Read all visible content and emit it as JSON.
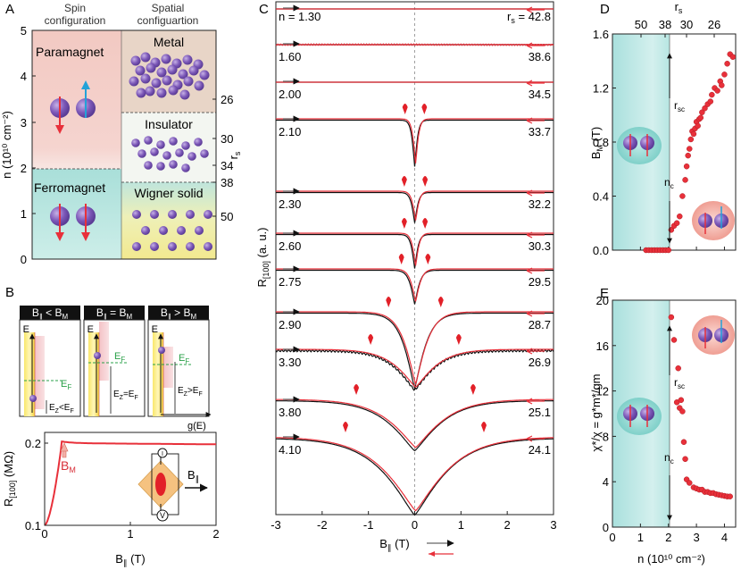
{
  "panel_letters": {
    "a": "A",
    "b": "B",
    "c": "C",
    "d": "D",
    "e": "E"
  },
  "panelA": {
    "col_spin_1": "Spin",
    "col_spin_2": "configuration",
    "col_spatial_1": "Spatial",
    "col_spatial_2": "configuartion",
    "ylabel": "n (10¹⁰ cm⁻²)",
    "yticks": [
      "5",
      "4",
      "3",
      "2",
      "1",
      "0"
    ],
    "rs_label": "r",
    "rs_sub": "s",
    "rs_ticks": [
      "26",
      "30",
      "34",
      "38",
      "50"
    ],
    "paramagnet": "Paramagnet",
    "ferromagnet": "Ferromagnet",
    "metal": "Metal",
    "insulator": "Insulator",
    "wigner": "Wigner solid",
    "colors": {
      "para_bg": "#f3cfc8",
      "ferro_bg": "#b6e4df",
      "metal_bg": "#e9d6c9",
      "insul_bg": "#f4f6f2",
      "wigner_top": "#c4e7df",
      "wigner_bot": "#f3ea9c",
      "electron": "#8b67c2"
    }
  },
  "panelB": {
    "boxes": [
      {
        "title": "B",
        "sub": "∥",
        "rel": " < B",
        "sub2": "M",
        "e_lbl": "E",
        "ef": "E",
        "ef_sub": "F",
        "ez": "E",
        "ez_sub": "Z",
        "ez_rel": "<E",
        "ez_rel_sub": "F"
      },
      {
        "title": "B",
        "sub": "∥",
        "rel": " = B",
        "sub2": "M",
        "e_lbl": "E",
        "ef": "E",
        "ef_sub": "F",
        "ez": "E",
        "ez_sub": "Z",
        "ez_rel": "=E",
        "ez_rel_sub": "F"
      },
      {
        "title": "B",
        "sub": "∥",
        "rel": " > B",
        "sub2": "M",
        "e_lbl": "E",
        "ef": "E",
        "ef_sub": "F",
        "ez": "E",
        "ez_sub": "Z",
        "ez_rel": ">E",
        "ez_rel_sub": "F"
      }
    ],
    "ge_label": "g(E)",
    "bm_label": "B",
    "bm_sub": "M",
    "ylabel": "R",
    "ylabel_sub": "[100]",
    "ylabel_unit": " (MΩ)",
    "yticks": [
      "0.2",
      "0.1"
    ],
    "xticks": [
      "0",
      "1",
      "2"
    ],
    "xlabel": "B",
    "xlabel_sub": "∥",
    "xlabel_unit": " (T)",
    "inset_i": "I",
    "inset_v": "V",
    "inset_b": "B",
    "inset_b_sub": "∥",
    "colors": {
      "curve": "#e8303a"
    }
  },
  "panelC": {
    "ylabel": "R",
    "ylabel_sub": "[100]",
    "ylabel_unit": " (a. u.)",
    "xlabel": "B",
    "xlabel_sub": "∥",
    "xlabel_unit": " (T)",
    "xticks": [
      "-3",
      "-2",
      "-1",
      "0",
      "1",
      "2",
      "3"
    ],
    "n_prefix": "n = ",
    "rs_prefix": "r",
    "rs_prefix_sub": "s",
    "rs_eq": " = ",
    "traces": [
      {
        "n": "1.30",
        "rs": "42.8",
        "yb": 10,
        "w": 0.0,
        "d": 0
      },
      {
        "n": "1.60",
        "rs": "38.6",
        "yb": 50,
        "w": 0.0,
        "d": 0
      },
      {
        "n": "2.00",
        "rs": "34.5",
        "yb": 92,
        "w": 0.0,
        "d": 0
      },
      {
        "n": "2.10",
        "rs": "33.7",
        "yb": 134,
        "w": 0.07,
        "d": 52
      },
      {
        "n": "2.30",
        "rs": "32.2",
        "yb": 215,
        "w": 0.08,
        "d": 34
      },
      {
        "n": "2.60",
        "rs": "30.3",
        "yb": 262,
        "w": 0.08,
        "d": 38
      },
      {
        "n": "2.75",
        "rs": "29.5",
        "yb": 302,
        "w": 0.12,
        "d": 38
      },
      {
        "n": "2.90",
        "rs": "28.7",
        "yb": 350,
        "w": 0.3,
        "d": 84
      },
      {
        "n": "3.30",
        "rs": "26.9",
        "yb": 392,
        "w": 0.55,
        "d": 44
      },
      {
        "n": "3.80",
        "rs": "25.1",
        "yb": 448,
        "w": 0.75,
        "d": 56
      },
      {
        "n": "4.10",
        "rs": "24.1",
        "yb": 490,
        "w": 0.9,
        "d": 86
      }
    ],
    "colors": {
      "red": "#e8303a",
      "black": "#111111",
      "marker": "#e22028"
    }
  },
  "panelD": {
    "ylabel": "B",
    "ylabel_sub": "M",
    "ylabel_unit": " (T)",
    "yticks": [
      "1.6",
      "1.2",
      "0.8",
      "0.4",
      "0.0"
    ],
    "rs_label": "r",
    "rs_sub": "s",
    "rs_ticks": [
      "50",
      "38",
      "30",
      "26"
    ],
    "rsc": "r",
    "rsc_sub": "sc",
    "nc": "n",
    "nc_sub": "c",
    "points": [
      [
        1.2,
        0
      ],
      [
        1.3,
        0
      ],
      [
        1.4,
        0
      ],
      [
        1.5,
        0
      ],
      [
        1.6,
        0
      ],
      [
        1.7,
        0
      ],
      [
        1.8,
        0
      ],
      [
        1.9,
        0
      ],
      [
        2.0,
        0
      ],
      [
        2.1,
        0.15
      ],
      [
        2.2,
        0.18
      ],
      [
        2.3,
        0.2
      ],
      [
        2.4,
        0.25
      ],
      [
        2.5,
        0.4
      ],
      [
        2.6,
        0.52
      ],
      [
        2.65,
        0.62
      ],
      [
        2.7,
        0.7
      ],
      [
        2.75,
        0.75
      ],
      [
        2.8,
        0.82
      ],
      [
        2.85,
        0.88
      ],
      [
        2.9,
        0.86
      ],
      [
        2.95,
        0.9
      ],
      [
        3.0,
        0.95
      ],
      [
        3.05,
        0.92
      ],
      [
        3.1,
        0.97
      ],
      [
        3.15,
        0.98
      ],
      [
        3.2,
        1.02
      ],
      [
        3.3,
        1.05
      ],
      [
        3.4,
        1.08
      ],
      [
        3.5,
        1.1
      ],
      [
        3.55,
        1.15
      ],
      [
        3.65,
        1.2
      ],
      [
        3.75,
        1.18
      ],
      [
        3.85,
        1.25
      ],
      [
        3.9,
        1.22
      ],
      [
        4.0,
        1.3
      ],
      [
        4.1,
        1.38
      ],
      [
        4.2,
        1.45
      ],
      [
        4.3,
        1.43
      ]
    ]
  },
  "panelE": {
    "ylabel": "χ*/χ = g*m*/gm",
    "yticks": [
      "20",
      "16",
      "12",
      "8",
      "4",
      "0"
    ],
    "xticks": [
      "0",
      "1",
      "2",
      "3",
      "4"
    ],
    "xlabel": "n (10¹⁰ cm⁻²)",
    "rsc": "r",
    "rsc_sub": "sc",
    "nc": "n",
    "nc_sub": "c",
    "points": [
      [
        2.1,
        18.5
      ],
      [
        2.2,
        16.5
      ],
      [
        2.35,
        14
      ],
      [
        2.3,
        11
      ],
      [
        2.4,
        10.5
      ],
      [
        2.5,
        10.2
      ],
      [
        2.45,
        11.2
      ],
      [
        2.55,
        7.5
      ],
      [
        2.6,
        6
      ],
      [
        2.65,
        4.2
      ],
      [
        2.75,
        3.9
      ],
      [
        2.9,
        3.5
      ],
      [
        3.0,
        3.4
      ],
      [
        3.1,
        3.3
      ],
      [
        3.2,
        3.3
      ],
      [
        3.3,
        3.1
      ],
      [
        3.4,
        3.1
      ],
      [
        3.5,
        3.0
      ],
      [
        3.6,
        3.0
      ],
      [
        3.7,
        2.9
      ],
      [
        3.8,
        2.85
      ],
      [
        3.9,
        2.8
      ],
      [
        4.0,
        2.75
      ],
      [
        4.1,
        2.7
      ],
      [
        4.2,
        2.7
      ]
    ]
  }
}
